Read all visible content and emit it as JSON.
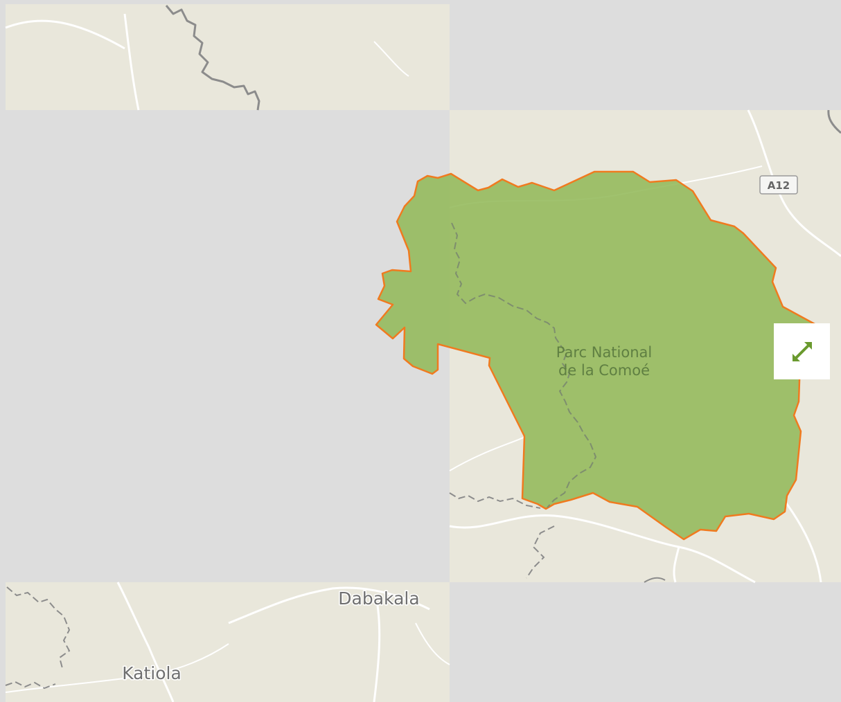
{
  "map": {
    "places": {
      "dabakala": "Dabakala",
      "katiola": "Katiola"
    },
    "park": {
      "line1": "Parc National",
      "line2": "de la Comoé"
    },
    "road_shield": "A12",
    "colors": {
      "land": "#e9e7db",
      "missing_tile": "#dddddd",
      "park_fill": "#93b95a",
      "park_outline": "#f07a1f",
      "river": "#8c8c8c",
      "road": "#ffffff",
      "accent": "#6a9a2e"
    }
  },
  "controls": {
    "fullscreen_icon": "expand-arrows-icon"
  }
}
